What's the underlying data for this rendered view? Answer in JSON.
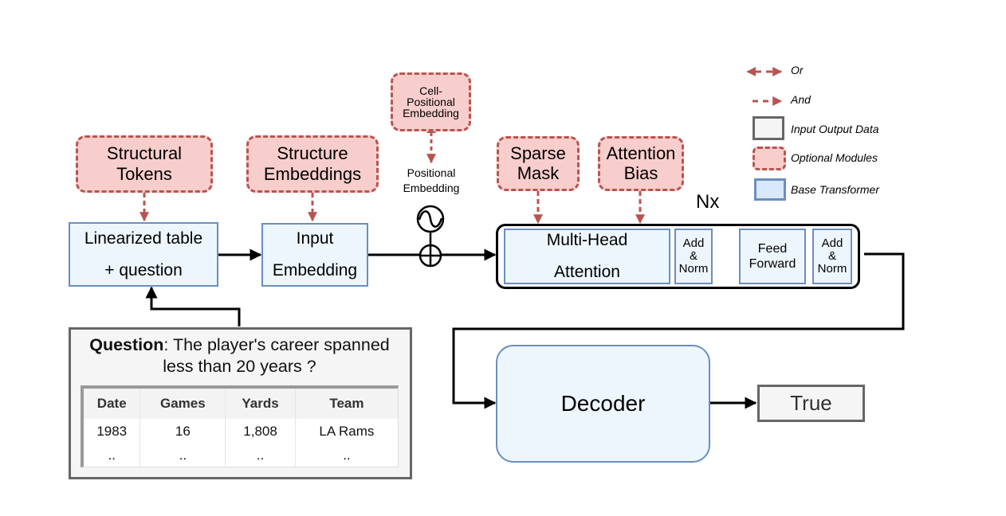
{
  "legend": {
    "items": [
      {
        "key": "or",
        "label": "Or"
      },
      {
        "key": "and",
        "label": "And"
      },
      {
        "key": "io",
        "label": "Input Output Data"
      },
      {
        "key": "optional",
        "label": "Optional Modules"
      },
      {
        "key": "base",
        "label": "Base Transformer"
      }
    ]
  },
  "colors": {
    "optional_fill": "#f8cecc",
    "optional_stroke": "#b85450",
    "base_fill": "#eef6fd",
    "base_stroke": "#6c8ebf",
    "io_fill": "#f5f5f5",
    "io_stroke": "#666666"
  },
  "optional_modules": {
    "structural_tokens": {
      "line1": "Structural",
      "line2": "Tokens"
    },
    "structure_embeddings": {
      "line1": "Structure",
      "line2": "Embeddings"
    },
    "cell_positional": {
      "line1": "Cell-",
      "line2": "Positional",
      "line3": "Embedding"
    },
    "sparse_mask": {
      "line1": "Sparse",
      "line2": "Mask"
    },
    "attention_bias": {
      "line1": "Attention",
      "line2": "Bias"
    }
  },
  "base_modules": {
    "linearized": {
      "line1": "Linearized table",
      "line2": "+ question"
    },
    "input_embedding": {
      "line1": "Input",
      "line2": "Embedding"
    },
    "positional_embedding": {
      "line1": "Positional",
      "line2": "Embedding"
    },
    "multi_head": {
      "line1": "Multi-Head",
      "line2": "Attention"
    },
    "add_norm_1": {
      "line1": "Add",
      "line2": "&",
      "line3": "Norm"
    },
    "feed_forward": {
      "line1": "Feed",
      "line2": "Forward"
    },
    "add_norm_2": {
      "line1": "Add",
      "line2": "&",
      "line3": "Norm"
    },
    "nx_label": "Nx",
    "decoder": "Decoder"
  },
  "input_example": {
    "question_label": "Question",
    "question_text": ": The player's career spanned less than 20 years ?",
    "table": {
      "headers": [
        "Date",
        "Games",
        "Yards",
        "Team"
      ],
      "rows": [
        [
          "1983",
          "16",
          "1,808",
          "LA Rams"
        ],
        [
          "..",
          "..",
          "..",
          ".."
        ]
      ]
    }
  },
  "output": {
    "label": "True"
  }
}
